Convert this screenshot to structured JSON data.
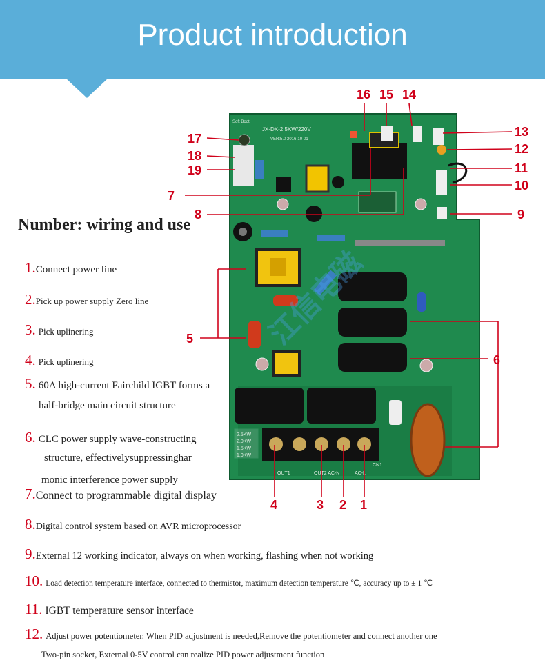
{
  "banner": {
    "title": "Product introduction"
  },
  "heading": "Number: wiring and use",
  "board": {
    "silkscreen": [
      "JX-DK-2.5KW/220V",
      "VER:5.0 2016-10-01",
      "Soft Boot",
      "OUT1",
      "OUT2 AC-N",
      "AC-L",
      "CN1"
    ],
    "power_table": [
      "2.5KW",
      "2.0KW",
      "1.5KW",
      "1.0KW"
    ],
    "watermark": "江信电磁",
    "colors": {
      "pcb": "#1f8a4e",
      "pcb_dark": "#156b3b",
      "accent": "#d0021b"
    }
  },
  "callouts": [
    "16",
    "15",
    "14",
    "17",
    "18",
    "19",
    "7",
    "8",
    "13",
    "12",
    "11",
    "10",
    "9",
    "5",
    "6",
    "4",
    "3",
    "2",
    "1"
  ],
  "items": [
    {
      "num": "1.",
      "text": "Connect power line"
    },
    {
      "num": "2.",
      "text": "Pick up power supply Zero line"
    },
    {
      "num": "3.",
      "text": "Pick uplinering"
    },
    {
      "num": "4.",
      "text": "Pick uplinering"
    },
    {
      "num": "5.",
      "text": "60A high-current Fairchild IGBT forms a",
      "cont": "half-bridge main circuit structure"
    },
    {
      "num": "6.",
      "text": "CLC power supply wave-constructing",
      "cont": "structure, effectivelysuppressinghar",
      "cont2": "monic interference power supply"
    },
    {
      "num": "7.",
      "text": "Connect to programmable digital display"
    },
    {
      "num": "8.",
      "text": "Digital control system based on AVR microprocessor"
    },
    {
      "num": "9.",
      "text": "External 12 working indicator, always on when working, flashing when not working"
    },
    {
      "num": "10.",
      "text": "Load detection temperature interface, connected to thermistor, maximum detection temperature ℃, accuracy up to ± 1 ℃"
    },
    {
      "num": "11.",
      "text": "IGBT temperature sensor interface"
    },
    {
      "num": "12.",
      "text": "Adjust power potentiometer. When PID adjustment is needed,Remove the potentiometer and connect another one",
      "cont": "Two-pin socket,  External 0-5V control can realize PID power adjustment function"
    }
  ]
}
